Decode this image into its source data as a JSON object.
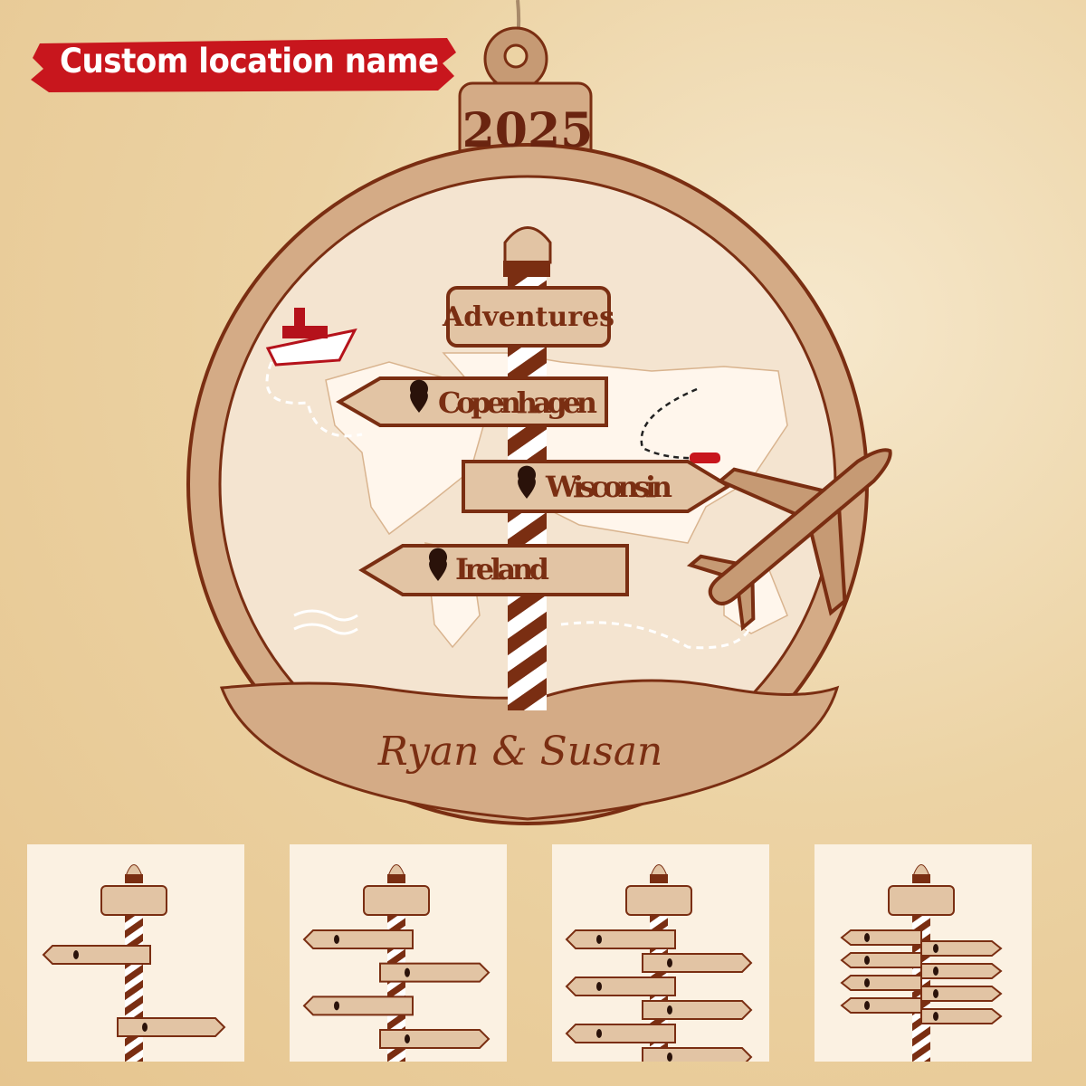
{
  "banner": {
    "label": "Custom location name",
    "color": "#c8161d"
  },
  "ornament": {
    "year": "2025",
    "top_sign": "Adventures",
    "signs": [
      {
        "label": "Copenhagen",
        "direction": "left",
        "icon": "map-pin-icon"
      },
      {
        "label": "Wisconsin",
        "direction": "right",
        "icon": "map-pin-icon"
      },
      {
        "label": "Ireland",
        "direction": "left",
        "icon": "map-pin-icon"
      }
    ],
    "names": "Ryan & Susan",
    "colors": {
      "wood": "#d9b48f",
      "dark": "#7a2e12",
      "map": "#fff6ec"
    }
  },
  "thumbnails": [
    {
      "signs": [
        "left",
        "right"
      ]
    },
    {
      "signs": [
        "left",
        "right",
        "left",
        "right"
      ]
    },
    {
      "signs": [
        "left",
        "right",
        "left",
        "right",
        "left",
        "right"
      ]
    },
    {
      "signs": [
        "left",
        "right",
        "left",
        "right",
        "left",
        "right",
        "left",
        "right"
      ]
    }
  ]
}
